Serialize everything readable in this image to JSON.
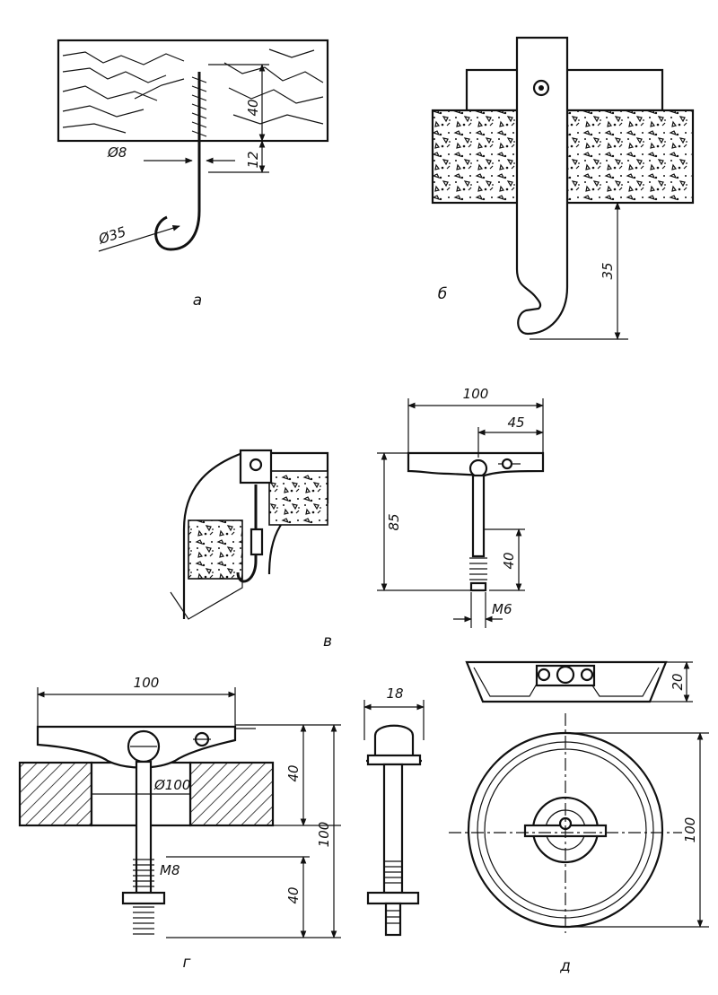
{
  "figure_a": {
    "dim_depth": "40",
    "dim_gap": "12",
    "dim_wire": "Ø8",
    "dim_hook": "Ø35",
    "caption": "а"
  },
  "figure_b": {
    "dim_drop": "35",
    "caption": "б"
  },
  "figure_v": {
    "dim_width": "100",
    "dim_half": "45",
    "dim_height": "85",
    "dim_thread_len": "40",
    "dim_thread": "M6",
    "caption": "в"
  },
  "figure_g": {
    "dim_width": "100",
    "dim_top": "40",
    "dim_total": "100",
    "dim_bottom": "40",
    "dim_thread": "M8",
    "dim_hole": "Ø100",
    "dim_side": "18",
    "caption": "г"
  },
  "figure_d": {
    "dim_height": "20",
    "dim_diameter": "100",
    "caption": "д"
  }
}
